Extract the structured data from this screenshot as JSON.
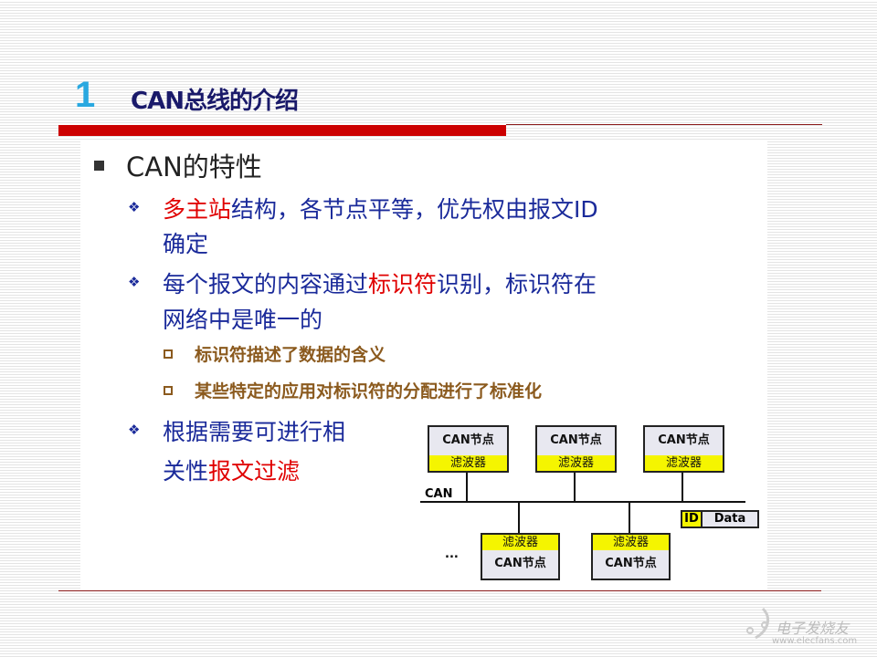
{
  "header": {
    "number": "1",
    "title": "CAN总线的介绍"
  },
  "content": {
    "heading": "CAN的特性",
    "items": [
      {
        "parts": [
          {
            "t": "多主站",
            "red": true
          },
          {
            "t": "结构，各节点平等，优先权由报文ID"
          }
        ],
        "cont": "确定"
      },
      {
        "parts": [
          {
            "t": "每个报文的内容通过"
          },
          {
            "t": "标识符",
            "red": true
          },
          {
            "t": "识别，标识符在"
          }
        ],
        "cont": "网络中是唯一的"
      },
      {
        "parts": [
          {
            "t": "根据需要可进行相"
          }
        ],
        "cont_parts": [
          {
            "t": "关性"
          },
          {
            "t": "报文过滤",
            "red": true
          }
        ]
      }
    ],
    "subitems": [
      "标识符描述了数据的含义",
      "某些特定的应用对标识符的分配进行了标准化"
    ]
  },
  "diagram": {
    "node_label": "CAN节点",
    "filter_label": "滤波器",
    "bus_label": "CAN",
    "ellipsis": "...",
    "frame": {
      "id": "ID",
      "data": "Data"
    }
  },
  "watermark": {
    "brand": "电子发烧友",
    "url": "www.elecfans.com"
  }
}
